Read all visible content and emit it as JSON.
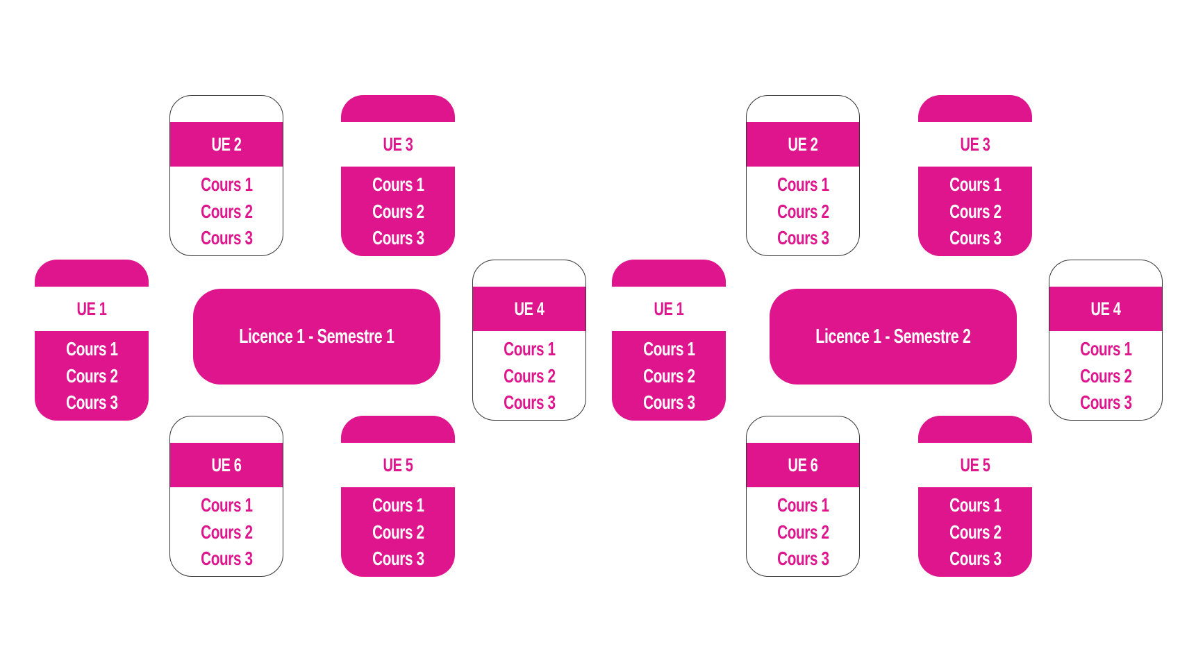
{
  "colors": {
    "accent": "#DE158C",
    "text_light": "#FFFFFF",
    "outline": "#333333"
  },
  "diagrams": [
    {
      "title": "Licence 1 - Semestre 1",
      "units": [
        {
          "label": "UE 1",
          "style": "filled",
          "courses": [
            "Cours 1",
            "Cours 2",
            "Cours 3"
          ]
        },
        {
          "label": "UE 2",
          "style": "outline",
          "courses": [
            "Cours 1",
            "Cours 2",
            "Cours 3"
          ]
        },
        {
          "label": "UE 3",
          "style": "filled",
          "courses": [
            "Cours 1",
            "Cours 2",
            "Cours 3"
          ]
        },
        {
          "label": "UE 4",
          "style": "outline",
          "courses": [
            "Cours 1",
            "Cours 2",
            "Cours 3"
          ]
        },
        {
          "label": "UE 5",
          "style": "filled",
          "courses": [
            "Cours 1",
            "Cours 2",
            "Cours 3"
          ]
        },
        {
          "label": "UE 6",
          "style": "outline",
          "courses": [
            "Cours 1",
            "Cours 2",
            "Cours 3"
          ]
        }
      ]
    },
    {
      "title": "Licence 1 - Semestre 2",
      "units": [
        {
          "label": "UE 1",
          "style": "filled",
          "courses": [
            "Cours 1",
            "Cours 2",
            "Cours 3"
          ]
        },
        {
          "label": "UE 2",
          "style": "outline",
          "courses": [
            "Cours 1",
            "Cours 2",
            "Cours 3"
          ]
        },
        {
          "label": "UE 3",
          "style": "filled",
          "courses": [
            "Cours 1",
            "Cours 2",
            "Cours 3"
          ]
        },
        {
          "label": "UE 4",
          "style": "outline",
          "courses": [
            "Cours 1",
            "Cours 2",
            "Cours 3"
          ]
        },
        {
          "label": "UE 5",
          "style": "filled",
          "courses": [
            "Cours 1",
            "Cours 2",
            "Cours 3"
          ]
        },
        {
          "label": "UE 6",
          "style": "outline",
          "courses": [
            "Cours 1",
            "Cours 2",
            "Cours 3"
          ]
        }
      ]
    }
  ]
}
